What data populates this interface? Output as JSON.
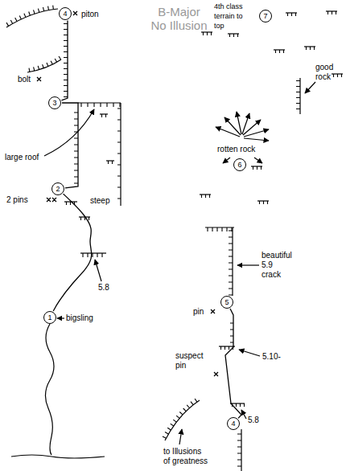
{
  "diagram": {
    "title": "B-Major No Illusion",
    "nodes": [
      {
        "text": [
          "4"
        ]
      },
      {
        "text": [
          "3"
        ]
      },
      {
        "text": [
          "2"
        ]
      },
      {
        "text": [
          "1"
        ]
      },
      {
        "text": [
          "7"
        ]
      },
      {
        "text": [
          "6"
        ]
      },
      {
        "text": [
          "5"
        ]
      },
      {
        "text": [
          "4"
        ]
      }
    ],
    "edges": [
      {
        "from": 1,
        "to": 0,
        "arrow": "none"
      },
      {
        "from": 2,
        "to": 1,
        "arrow": "none"
      },
      {
        "from": 3,
        "to": 2,
        "arrow": "none"
      },
      {
        "from": 7,
        "to": 6,
        "arrow": "none"
      }
    ],
    "labels": [
      "piton",
      "bolt",
      "large roof",
      "2 pins",
      "steep",
      "5.8",
      "bigsling",
      "4th class terrain to top",
      "good rock",
      "rotten rock",
      "beautiful 5.9 crack",
      "pin",
      "5.10-",
      "suspect pin",
      "5.8",
      "to Illusions of greatness"
    ]
  }
}
